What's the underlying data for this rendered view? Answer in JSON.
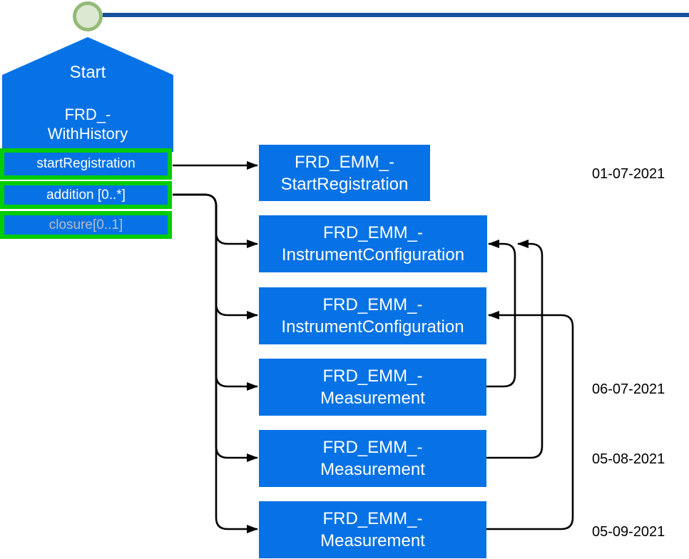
{
  "diagram": {
    "start_node": {
      "title": "Start",
      "name_line1": "FRD_-",
      "name_line2": "WithHistory"
    },
    "triggers": [
      {
        "label": "startRegistration"
      },
      {
        "label": "addition [0..*]"
      },
      {
        "label": "closure[0..1]"
      }
    ],
    "messages": [
      {
        "line1": "FRD_EMM_-",
        "line2": "StartRegistration"
      },
      {
        "line1": "FRD_EMM_-",
        "line2": "InstrumentConfiguration"
      },
      {
        "line1": "FRD_EMM_-",
        "line2": "InstrumentConfiguration"
      },
      {
        "line1": "FRD_EMM_-",
        "line2": "Measurement"
      },
      {
        "line1": "FRD_EMM_-",
        "line2": "Measurement"
      },
      {
        "line1": "FRD_EMM_-",
        "line2": "Measurement"
      }
    ],
    "dates": [
      "01-07-2021",
      "06-07-2021",
      "05-08-2021",
      "05-09-2021"
    ],
    "colors": {
      "node_blue": "#0672e5",
      "highlight_green": "#00cc00",
      "timeline_navy": "#15519d",
      "circle_ring_green": "#93ba77",
      "circle_fill_green": "#dce9d2",
      "muted_label_gray": "#b9bfc9",
      "connector_black": "#000000"
    }
  }
}
